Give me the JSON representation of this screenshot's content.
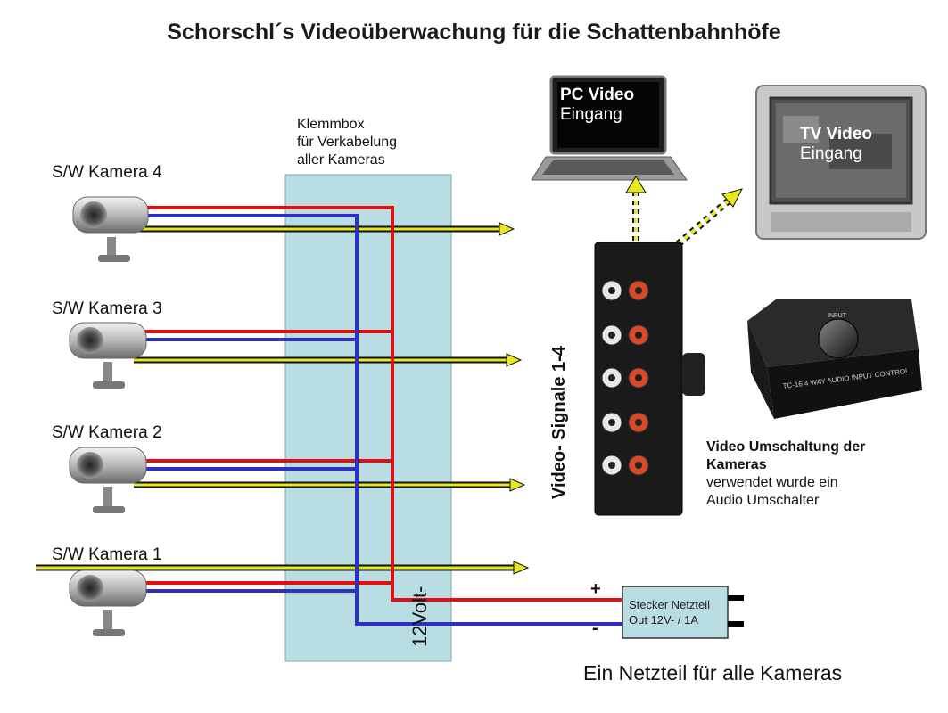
{
  "title": "Schorschl´s Videoüberwachung für die Schattenbahnhöfe",
  "cameras": [
    {
      "label": "S/W Kamera 4"
    },
    {
      "label": "S/W Kamera 3"
    },
    {
      "label": "S/W Kamera 2"
    },
    {
      "label": "S/W Kamera 1"
    }
  ],
  "klemmbox": {
    "line1": "Klemmbox",
    "line2": "für Verkabelung",
    "line3": "aller Kameras"
  },
  "pc": {
    "line1": "PC Video",
    "line2": "Eingang"
  },
  "tv": {
    "line1": "TV Video",
    "line2": "Eingang"
  },
  "switch": {
    "vertical_label": "Video- Signale 1-4",
    "title_line1": "Video Umschaltung der",
    "title_line2": "Kameras",
    "note_line1": "verwendet wurde ein",
    "note_line2": "Audio Umschalter",
    "box_label": "TC-16   4 WAY AUDIO INPUT CONTROL",
    "input_label": "INPUT"
  },
  "power": {
    "voltage_label": "12Volt-",
    "plus": "+",
    "minus": "-",
    "psu_line1": "Stecker Netzteil",
    "psu_line2": "Out 12V- / 1A",
    "footer": "Ein Netzteil für alle Kameras"
  },
  "colors": {
    "positive": "#e01010",
    "negative": "#3030c0",
    "video": "#e8e820",
    "klemmbox": "#b8dde2"
  }
}
